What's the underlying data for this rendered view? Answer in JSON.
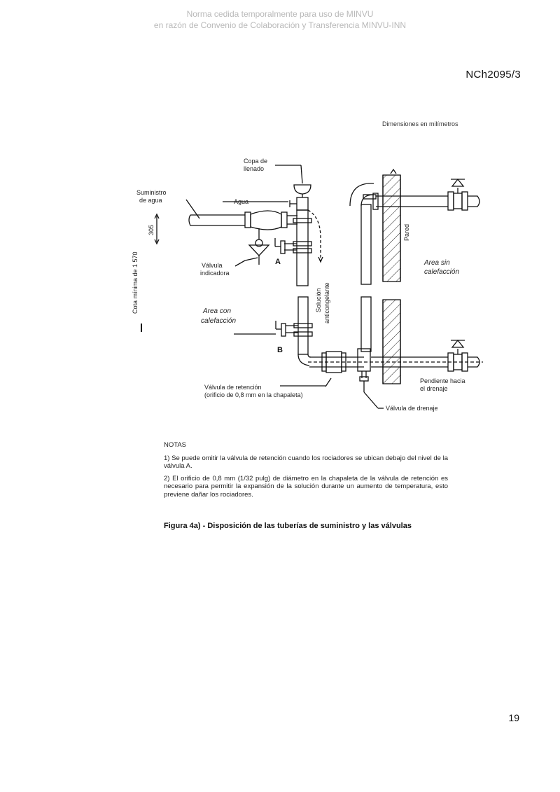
{
  "watermark": {
    "line1": "Norma cedida temporalmente para uso de MINVU",
    "line2": "en razón de Convenio de Colaboración y Transferencia MINVU-INN"
  },
  "header": {
    "code": "NCh2095/3"
  },
  "figure": {
    "dimensions_note": "Dimensiones en milímetros",
    "labels": {
      "copa_1": "Copa de",
      "copa_2": "llenado",
      "suministro_1": "Suministro",
      "suministro_2": "de agua",
      "agua": "Agua",
      "dim_305": "305",
      "cota": "Cota mínima de 1 570",
      "valvula_ind_1": "Válvula",
      "valvula_ind_2": "indicadora",
      "point_a": "A",
      "point_b": "B",
      "solucion_1": "Solución",
      "solucion_2": "anticongelante",
      "pared": "Pared",
      "area_sin_1": "Area sin",
      "area_sin_2": "calefacción",
      "area_con_1": "Area con",
      "area_con_2": "calefacción",
      "valv_ret_1": "Válvula de retención",
      "valv_ret_2": "(orificio de 0,8 mm en la chapaleta)",
      "pendiente_1": "Pendiente hacia",
      "pendiente_2": "el drenaje",
      "valv_drenaje": "Válvula de drenaje"
    }
  },
  "notes": {
    "title": "NOTAS",
    "items": [
      "1)   Se puede omitir la válvula de retención cuando los rociadores se ubican debajo del nivel de la válvula A.",
      "2)   El orificio de 0,8 mm (1/32 pulg) de diámetro en la chapaleta de la válvula de retención es necesario para permitir la expansión de la solución durante un aumento de temperatura, esto previene dañar los rociadores."
    ]
  },
  "caption": "Figura 4a) - Disposición de las tuberías de suministro y las válvulas",
  "page_number": "19"
}
